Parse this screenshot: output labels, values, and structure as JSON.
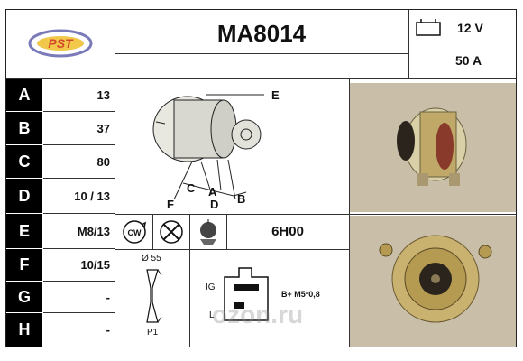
{
  "logo": {
    "text": "PST"
  },
  "header": {
    "part_number": "MA8014",
    "voltage": "12 V",
    "current": "50 A"
  },
  "rows": [
    {
      "letter": "A",
      "value": "13"
    },
    {
      "letter": "B",
      "value": "37"
    },
    {
      "letter": "C",
      "value": "80"
    },
    {
      "letter": "D",
      "value": "10 / 13"
    },
    {
      "letter": "E",
      "value": "M8/13"
    },
    {
      "letter": "F",
      "value": "10/15"
    },
    {
      "letter": "G",
      "value": "-"
    },
    {
      "letter": "H",
      "value": "-"
    }
  ],
  "drawing_labels": {
    "e": "E",
    "c": "C",
    "a": "A",
    "b": "B",
    "f": "F",
    "d": "D"
  },
  "symbols": {
    "rotation": "CW",
    "clock": "6H00"
  },
  "pulley": {
    "diameter": "Ø 55",
    "type": "P1"
  },
  "connector": {
    "ig": "IG",
    "l": "L",
    "terminal": "B+ M5*0,8"
  },
  "watermark": "ozon.ru",
  "colors": {
    "photo_bg": "#c9bfa8",
    "black": "#000000"
  }
}
